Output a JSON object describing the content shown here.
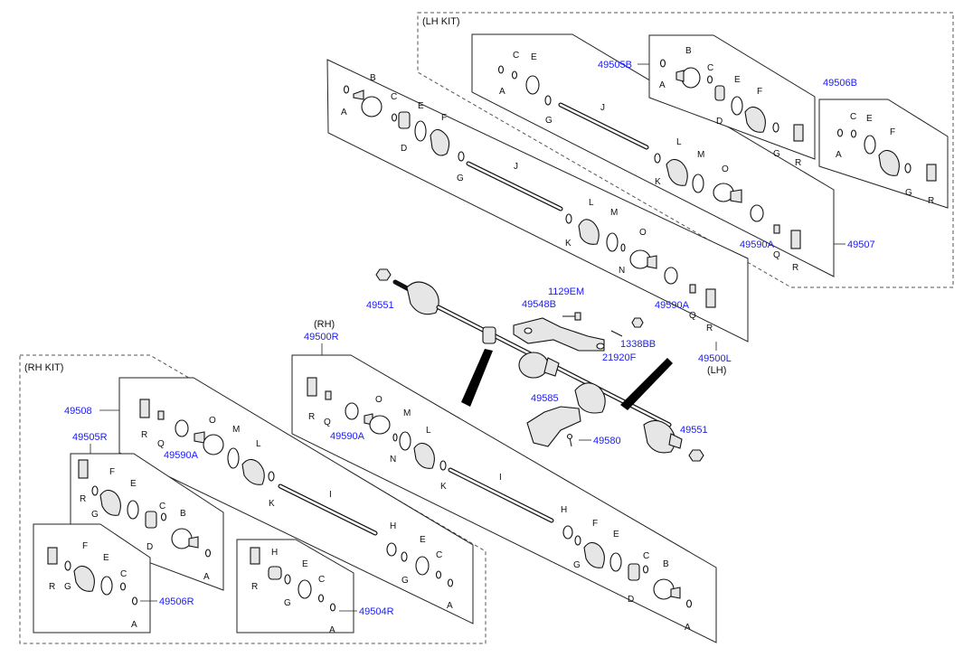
{
  "colors": {
    "part_number": "#1a1aff",
    "line": "#111111",
    "kit_border": "#555555"
  },
  "kits": {
    "lh": "(LH KIT)",
    "rh": "(RH KIT)"
  },
  "side_labels": {
    "rh": "(RH)",
    "lh": "(LH)"
  },
  "part_numbers": {
    "p49505B": "49505B",
    "p49506B": "49506B",
    "p49507": "49507",
    "p49500L": "49500L",
    "p49500R": "49500R",
    "p49508": "49508",
    "p49505R": "49505R",
    "p49506R": "49506R",
    "p49504R": "49504R",
    "p49551a": "49551",
    "p49551b": "49551",
    "p1129EM": "1129EM",
    "p49548B": "49548B",
    "p1338BB": "1338BB",
    "p21920F": "21920F",
    "p49585": "49585",
    "p49580": "49580",
    "p49590A_1": "49590A",
    "p49590A_2": "49590A",
    "p49590A_3": "49590A",
    "p49590A_4": "49590A"
  },
  "letters": {
    "A": "A",
    "B": "B",
    "C": "C",
    "D": "D",
    "E": "E",
    "F": "F",
    "G": "G",
    "H": "H",
    "I": "I",
    "J": "J",
    "K": "K",
    "L": "L",
    "M": "M",
    "N": "N",
    "O": "O",
    "Q": "Q",
    "R": "R"
  }
}
